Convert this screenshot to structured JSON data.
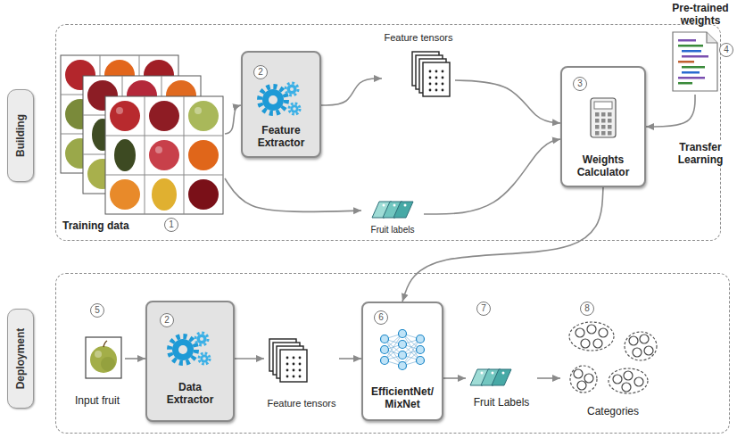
{
  "diagram": {
    "nodes": [
      {
        "text": [
          "Building"
        ]
      },
      {
        "text": [
          "Training data",
          "1"
        ],
        "in": 0
      },
      {
        "text": [
          "2",
          "Feature Extractor"
        ],
        "in": 0
      },
      {
        "text": [
          "Feature tensors"
        ],
        "in": 0
      },
      {
        "text": [
          "Fruit labels"
        ],
        "in": 0
      },
      {
        "text": [
          "3",
          "Weights Calculator"
        ],
        "in": 0
      },
      {
        "text": [
          "Pre-trained weights",
          "4"
        ]
      },
      {
        "text": [
          "Deployment"
        ]
      },
      {
        "text": [
          "5",
          "Input fruit"
        ],
        "in": 7
      },
      {
        "text": [
          "2",
          "Data Extractor"
        ],
        "in": 7
      },
      {
        "text": [
          "Feature tensors"
        ],
        "in": 7
      },
      {
        "text": [
          "6",
          "EfficientNet/ MixNet"
        ],
        "in": 7
      },
      {
        "text": [
          "7",
          "Fruit Labels"
        ],
        "in": 7
      },
      {
        "text": [
          "8",
          "Categories"
        ],
        "in": 7
      }
    ],
    "edges": [
      {
        "from": 1,
        "to": 2,
        "arrow": "to"
      },
      {
        "from": 2,
        "to": 3,
        "arrow": "to"
      },
      {
        "from": 3,
        "to": 5,
        "arrow": "to"
      },
      {
        "from": 1,
        "to": 4,
        "arrow": "to"
      },
      {
        "from": 4,
        "to": 5,
        "arrow": "to"
      },
      {
        "from": 6,
        "to": 5,
        "label": "Transfer Learning",
        "arrow": "to"
      },
      {
        "from": 5,
        "to": 11,
        "arrow": "to"
      },
      {
        "from": 8,
        "to": 9,
        "arrow": "to"
      },
      {
        "from": 9,
        "to": 10,
        "arrow": "to"
      },
      {
        "from": 10,
        "to": 11,
        "arrow": "to"
      },
      {
        "from": 11,
        "to": 12,
        "arrow": "to"
      },
      {
        "from": 12,
        "to": 13,
        "arrow": "to"
      }
    ]
  }
}
